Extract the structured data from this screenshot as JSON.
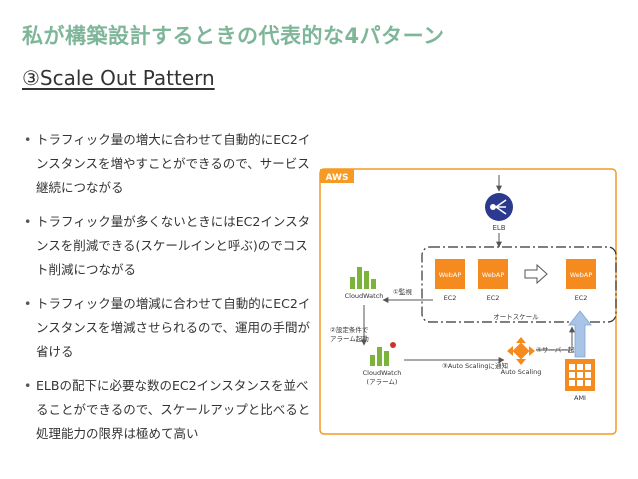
{
  "slide": {
    "title": "私が構築設計するときの代表的な4パターン",
    "subtitle": "③Scale Out Pattern"
  },
  "bullets": [
    "トラフィック量の増大に合わせて自動的にEC2インスタンスを増やすことができるので、サービス継続につながる",
    "トラフィック量が多くないときにはEC2インスタンスを削減できる(スケールインと呼ぶ)のでコスト削減につながる",
    "トラフィック量の増減に合わせて自動的にEC2インスタンスを増減させられるので、運用の手間が省ける",
    "ELBの配下に必要な数のEC2インスタンスを並べることができるので、スケールアップと比べると処理能力の限界は極めて高い"
  ],
  "diagram": {
    "aws_label": "AWS",
    "elb_label": "ELB",
    "webap_label": "WebAP",
    "ec2_label": "EC2",
    "autoscale_group_label": "オートスケール",
    "cloudwatch_label": "CloudWatch",
    "cloudwatch_alarm_label": "CloudWatch",
    "alarm_sub_label": "(アラーム)",
    "step1_label": "①監視",
    "step2_label_line1": "②設定条件で",
    "step2_label_line2": "アラーム起動",
    "step3_label": "③Auto Scalingに通知",
    "step4_label": "④サーバー起動",
    "autoscaling_label": "Auto Scaling",
    "ami_label": "AMI",
    "colors": {
      "aws_frame": "#f59a23",
      "ec2": "#f58a1f",
      "cloudwatch": "#7bb33b",
      "elb": "#2b3a8e",
      "arrow_up": "#a9c4e6"
    }
  }
}
